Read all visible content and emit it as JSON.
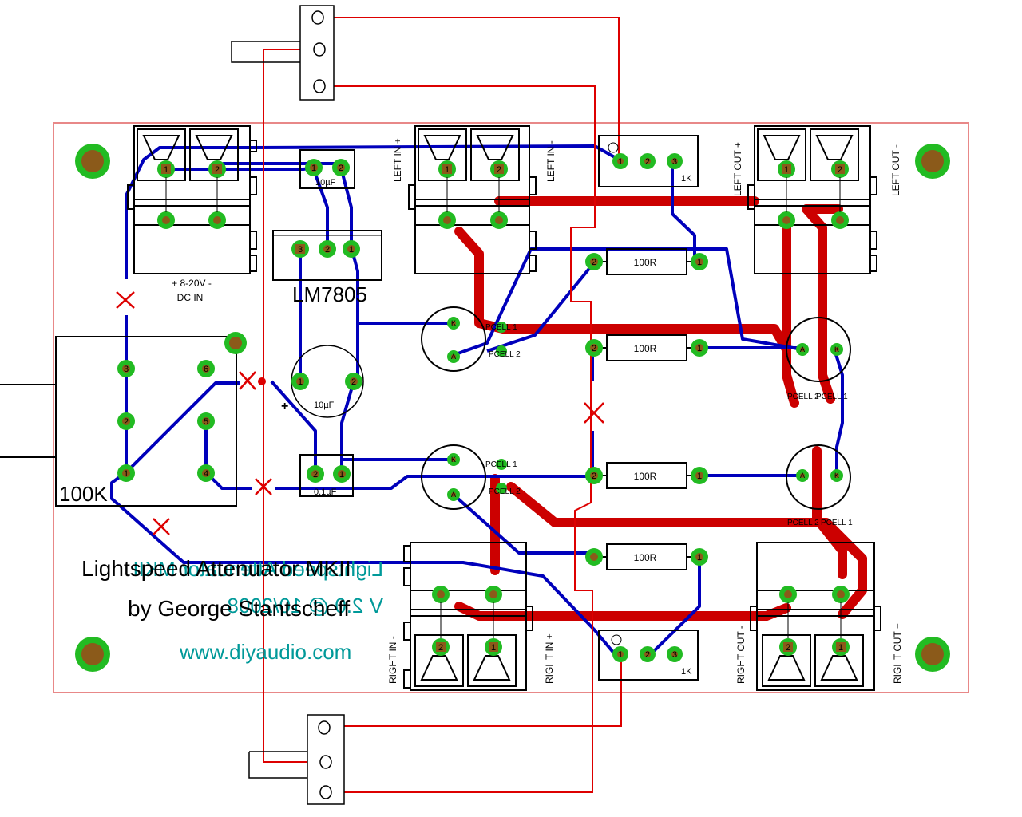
{
  "title": "Lightspeed Attenuator MKII",
  "author": "by George Stantscheff",
  "website": "www.diyaudio.com",
  "mirror_title": "Lightspeed Attenuator MKII",
  "mirror_version": "V 2.0 @ 10/2008",
  "regulator": {
    "label": "LM7805",
    "pins": [
      "3",
      "2",
      "1"
    ]
  },
  "potentiometer": {
    "label": "100K",
    "pins": [
      "3",
      "2",
      "1",
      "6",
      "5",
      "4"
    ]
  },
  "power": {
    "label_top": "+ 8-20V -",
    "label_bottom": "DC IN"
  },
  "capacitors": {
    "c1": {
      "label": "10µF",
      "pins": [
        "1",
        "2"
      ]
    },
    "c2": {
      "label": "10µF",
      "pins": [
        "1",
        "2"
      ],
      "polarity": "+"
    },
    "c3": {
      "label": "0.1µF",
      "pins": [
        "2",
        "1"
      ]
    }
  },
  "trimmers": {
    "top": {
      "label": "1K",
      "pins": [
        "1",
        "2",
        "3"
      ]
    },
    "bottom": {
      "label": "1K",
      "pins": [
        "1",
        "2",
        "3"
      ]
    }
  },
  "resistors": [
    {
      "label": "100R",
      "pin_left": "2",
      "pin_right": "1"
    },
    {
      "label": "100R",
      "pin_left": "2",
      "pin_right": "1"
    },
    {
      "label": "100R",
      "pin_left": "2",
      "pin_right": "1"
    },
    {
      "label": "100R",
      "pin_left": "",
      "pin_right": "1"
    }
  ],
  "connectors": {
    "dc_in": {
      "pins": [
        "1",
        "2"
      ]
    },
    "left_in": {
      "pins": [
        "1",
        "2"
      ],
      "label_plus": "LEFT IN +",
      "label_minus": "LEFT IN -"
    },
    "left_out": {
      "pins": [
        "1",
        "2"
      ],
      "label_plus": "LEFT OUT +",
      "label_minus": "LEFT OUT -"
    },
    "right_in": {
      "pins": [
        "2",
        "1"
      ],
      "label_minus": "RIGHT IN -",
      "label_plus": "RIGHT IN +"
    },
    "right_out": {
      "pins": [
        "2",
        "1"
      ],
      "label_minus": "RIGHT OUT -",
      "label_plus": "RIGHT OUT +"
    }
  },
  "ldrs": {
    "left_in": {
      "pins": [
        "K",
        "A"
      ],
      "pcell1": "PCELL 1",
      "pcell2": "PCELL 2"
    },
    "right_in": {
      "pins": [
        "K",
        "A"
      ],
      "pcell1": "PCELL 1",
      "pcell2": "PCELL 2"
    },
    "left_out": {
      "pins": [
        "A",
        "K"
      ],
      "pcell1": "PCELL 1",
      "pcell2": "PCELL 2"
    },
    "right_out": {
      "pins": [
        "A",
        "K"
      ],
      "pcell1": "PCELL 1",
      "pcell2": "PCELL 2"
    }
  },
  "colors": {
    "board_outline": "#e88888",
    "top_trace": "#cc0000",
    "bottom_trace": "#0000bb",
    "jumper": "#dd0000",
    "pad": "#22bb22",
    "pad_hole": "#8b5a1a",
    "silk": "#000000",
    "teal_text": "#009999"
  }
}
